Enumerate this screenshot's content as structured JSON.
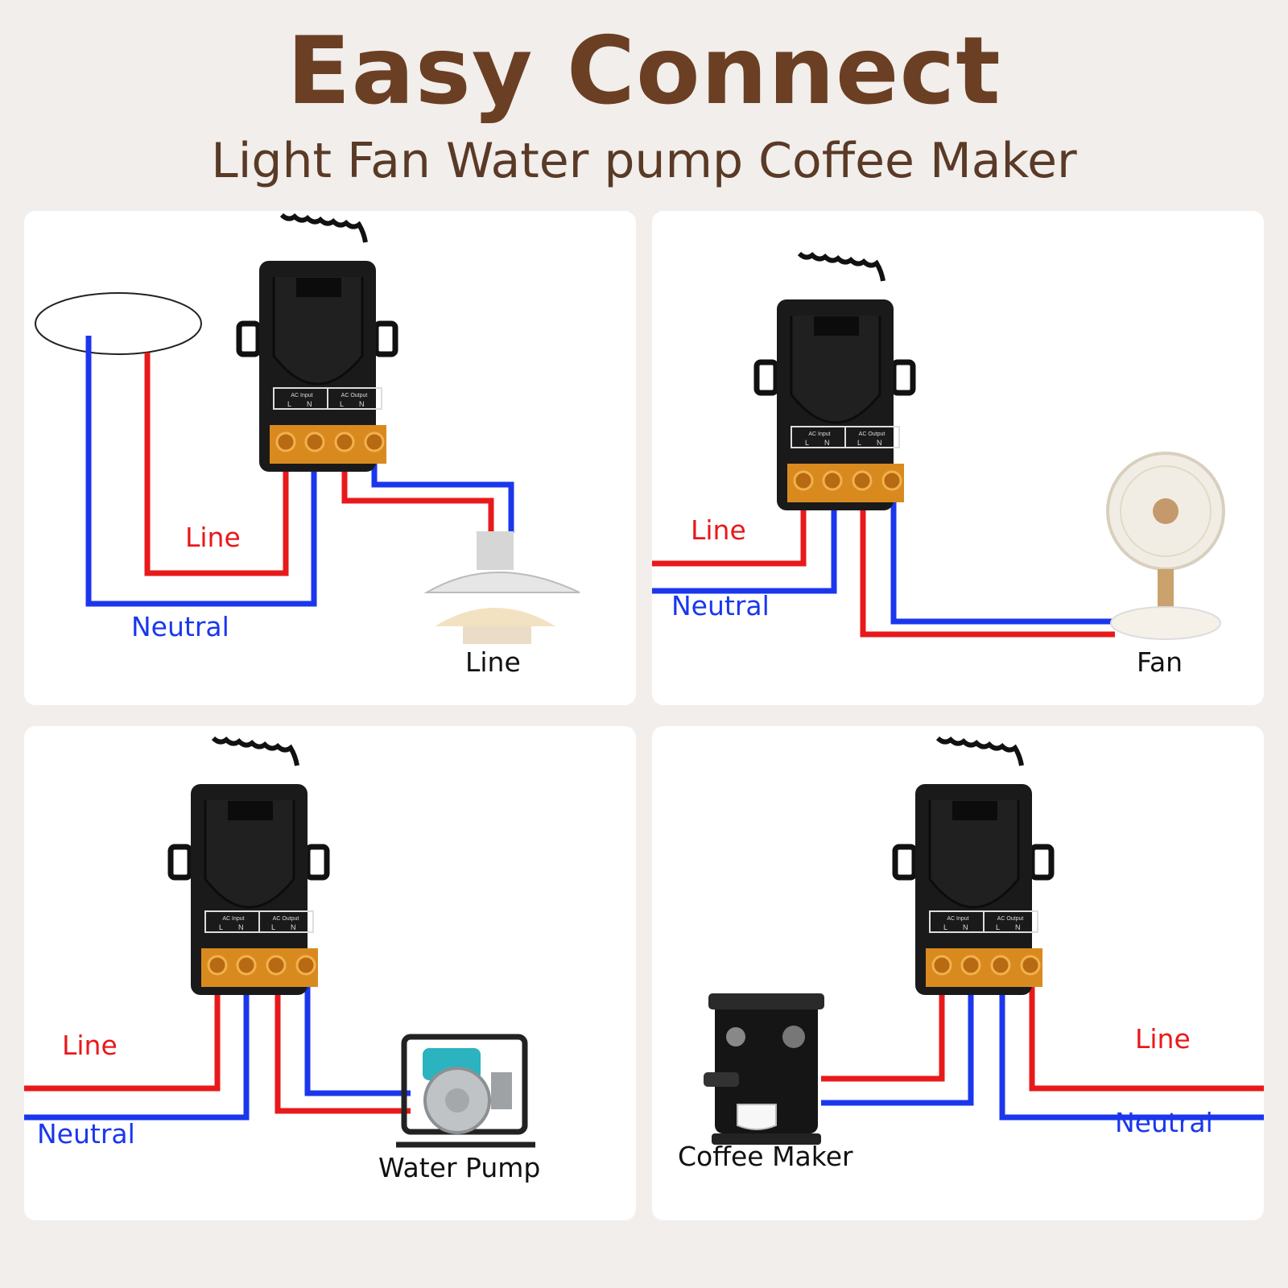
{
  "title": "Easy Connect",
  "subtitle": "Light Fan Water pump Coffee Maker",
  "colors": {
    "line": "#e8191b",
    "neutral": "#1a37ee",
    "title": "#6b3f23",
    "terminal": "#d98a1f"
  },
  "module": {
    "input_label": "AC Input",
    "output_label": "AC Output",
    "l": "L",
    "n": "N"
  },
  "panels": [
    {
      "device": "ceiling-lamp",
      "line_label": "Line",
      "neutral_label": "Neutral",
      "device_label": "Line"
    },
    {
      "device": "desk-fan",
      "line_label": "Line",
      "neutral_label": "Neutral",
      "device_label": "Fan"
    },
    {
      "device": "water-pump",
      "line_label": "Line",
      "neutral_label": "Neutral",
      "device_label": "Water Pump"
    },
    {
      "device": "coffee-maker",
      "line_label": "Line",
      "neutral_label": "Neutral",
      "device_label": "Coffee Maker"
    }
  ]
}
